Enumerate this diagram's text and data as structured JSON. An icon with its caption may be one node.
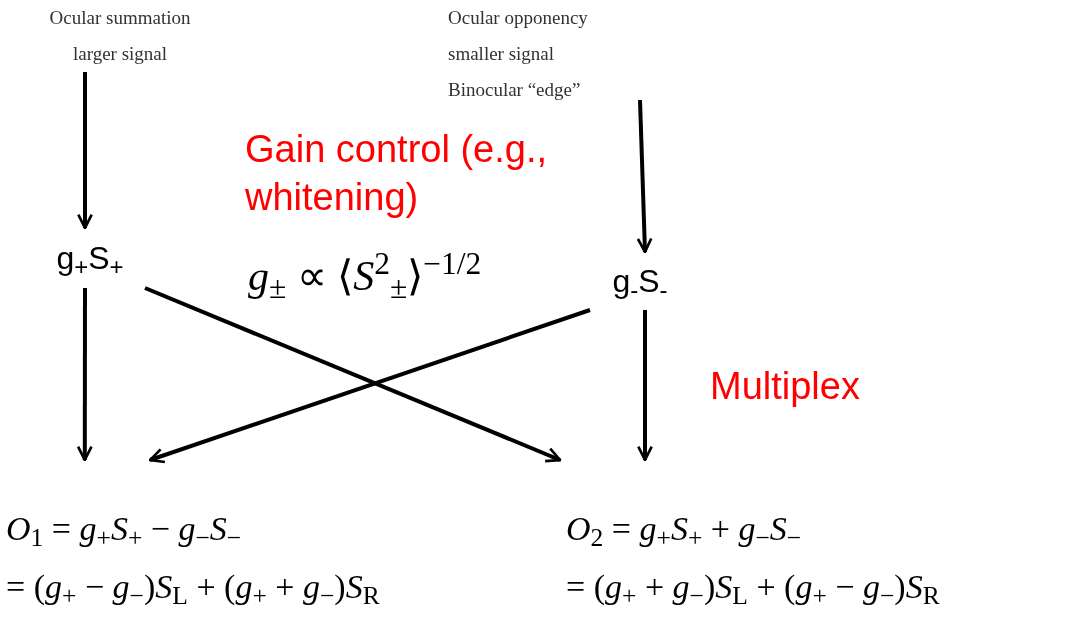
{
  "diagram": {
    "nodes": [
      {
        "text": [
          "Ocular summation larger signal"
        ]
      },
      {
        "text": [
          "Ocular opponency smaller signal Binocular “edge”"
        ]
      },
      {
        "text": [
          "g$_{+}$S$_{+}$"
        ]
      },
      {
        "text": [
          "g$_{-}$S$_{-}$"
        ]
      },
      {
        "text": [
          "*O*$_{1}$ = *g*$_{+}$*S*$_{+}$ − *g*$_{−}$*S*$_{−}$",
          "= (*g*$_{+}$ − *g*$_{−}$)*S*$_{L}$ + (*g*$_{+}$ + *g*$_{−}$)*S*$_{R}$"
        ]
      },
      {
        "text": [
          "*O*$_{2}$ = *g*$_{+}$*S*$_{+}$ + *g*$_{−}$*S*$_{−}$",
          "= (*g*$_{+}$ + *g*$_{−}$)*S*$_{L}$ + (*g*$_{+}$ − *g*$_{−}$)*S*$_{R}$"
        ]
      }
    ],
    "edges": [
      {
        "from": 0,
        "to": 2,
        "arrow": "to"
      },
      {
        "from": 1,
        "to": 3,
        "arrow": "to"
      },
      {
        "from": 2,
        "to": 4,
        "arrow": "to"
      },
      {
        "from": 3,
        "to": 5,
        "arrow": "to"
      },
      {
        "from": 2,
        "to": 5,
        "arrow": "to"
      },
      {
        "from": 3,
        "to": 4,
        "arrow": "to"
      }
    ],
    "labels": [
      "Gain control (e.g., whitening)",
      "*g*$_{±}$ ∝ ⟨*S*$^{2}$$_{±}$⟩$^{−1/2}$",
      "Multiplex"
    ]
  }
}
